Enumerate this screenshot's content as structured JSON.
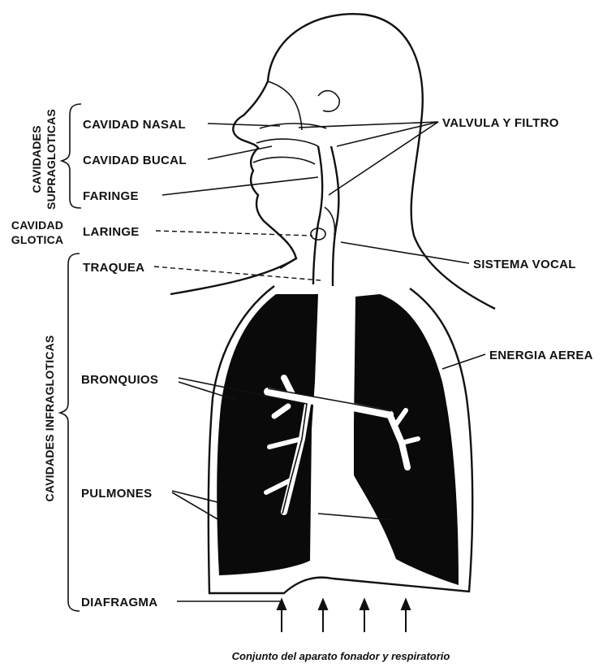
{
  "caption": "Conjunto del aparato fonador y respiratorio",
  "groups": {
    "supraglottic": [
      "CAVIDADES",
      "SUPRAGLOTICAS"
    ],
    "glottic": [
      "CAVIDAD",
      "GLOTICA"
    ],
    "infraglottic": "CAVIDADES INFRAGLOTICAS"
  },
  "left_labels": {
    "nasal": "CAVIDAD NASAL",
    "bucal": "CAVIDAD BUCAL",
    "faringe": "FARINGE",
    "laringe": "LARINGE",
    "traquea": "TRAQUEA",
    "bronquios": "BRONQUIOS",
    "pulmones": "PULMONES",
    "diafragma": "DIAFRAGMA"
  },
  "right_labels": {
    "valvula": "VALVULA Y FILTRO",
    "sistema_vocal": "SISTEMA VOCAL",
    "energia": "ENERGIA AEREA"
  },
  "colors": {
    "ink": "#111111",
    "paper": "#ffffff",
    "lung": "#0a0a0a"
  }
}
